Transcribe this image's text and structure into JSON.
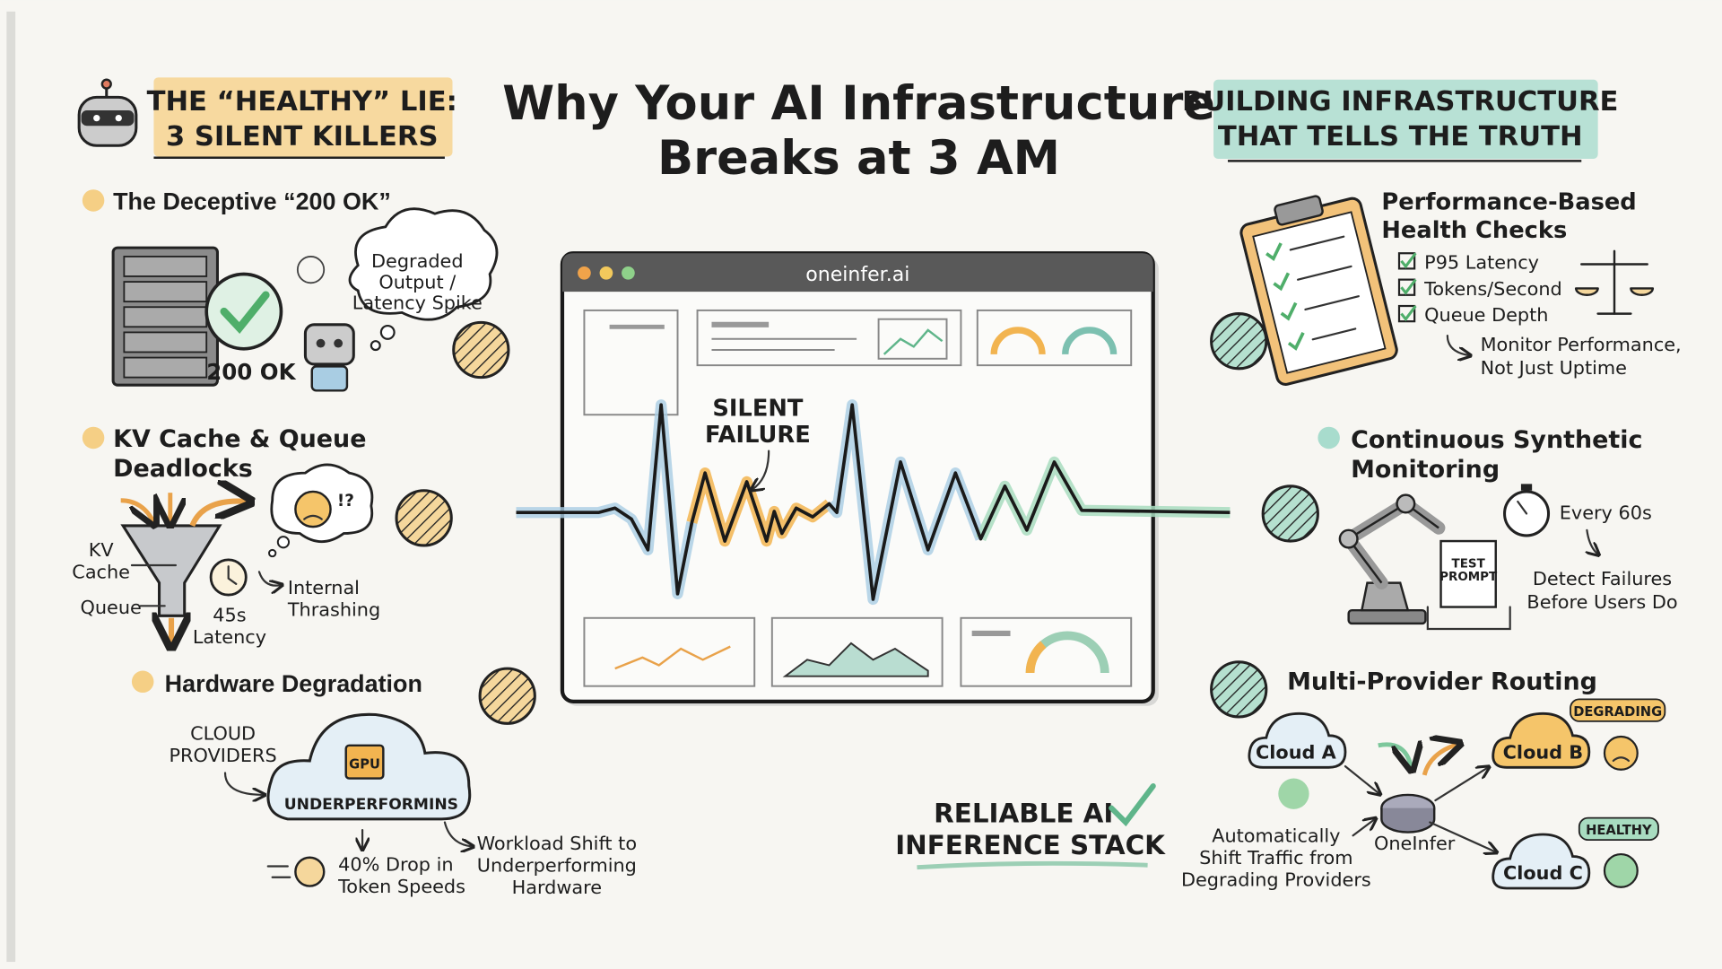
{
  "title": {
    "line1": "Why Your AI Infrastructure",
    "line2": "Breaks at 3 AM"
  },
  "left": {
    "heading": {
      "line1": "THE “HEALTHY” LIE:",
      "line2": "3 SILENT KILLERS"
    },
    "killers": [
      {
        "title": "The Deceptive “200 OK”",
        "status": "200 OK",
        "bubble": [
          "Degraded",
          "Output /",
          "Latency Spike"
        ]
      },
      {
        "title": [
          "KV Cache & Queue",
          "Deadlocks"
        ],
        "kv_cache": [
          "KV",
          "Cache"
        ],
        "queue": "Queue",
        "latency": [
          "45s",
          "Latency"
        ],
        "thrashing": [
          "Internal",
          "Thrashing"
        ],
        "thought": "!?"
      },
      {
        "title": "Hardware Degradation",
        "providers": [
          "CLOUD",
          "PROVIDERS"
        ],
        "gpu": "GPU",
        "cloud_label": "UNDERPERFORMINS",
        "drop": [
          "40% Drop in",
          "Token Speeds"
        ],
        "shift": [
          "Workload Shift to",
          "Underperforming",
          "Hardware"
        ]
      }
    ]
  },
  "center": {
    "window_url": "oneinfer.ai",
    "silent_failure": [
      "SILENT",
      "FAILURE"
    ],
    "reliable": [
      "RELIABLE AI",
      "INFERENCE STACK"
    ]
  },
  "right": {
    "heading": {
      "line1": "BUILDING INFRASTRUCTURE",
      "line2": "THAT TELLS THE TRUTH"
    },
    "health": {
      "title": [
        "Performance-Based",
        "Health Checks"
      ],
      "checks": [
        "P95 Latency",
        "Tokens/Second",
        "Queue Depth"
      ],
      "note": [
        "Monitor Performance,",
        "Not Just Uptime"
      ]
    },
    "synthetic": {
      "title": [
        "Continuous Synthetic",
        "Monitoring"
      ],
      "test_prompt": [
        "TEST",
        "PROMPT"
      ],
      "interval": "Every 60s",
      "note": [
        "Detect Failures",
        "Before Users Do"
      ]
    },
    "routing": {
      "title": "Multi-Provider Routing",
      "cloud_a": "Cloud A",
      "cloud_b": "Cloud B",
      "cloud_c": "Cloud C",
      "degrading": "DEGRADING",
      "healthy": "HEALTHY",
      "router": "OneInfer",
      "note": [
        "Automatically",
        "Shift Traffic from",
        "Degrading Providers"
      ]
    }
  },
  "colors": {
    "orange": "#f2b450",
    "mint": "#a8dccd",
    "green": "#7cc79b",
    "blue": "#a9cde3",
    "paper": "#f7f6f2"
  }
}
